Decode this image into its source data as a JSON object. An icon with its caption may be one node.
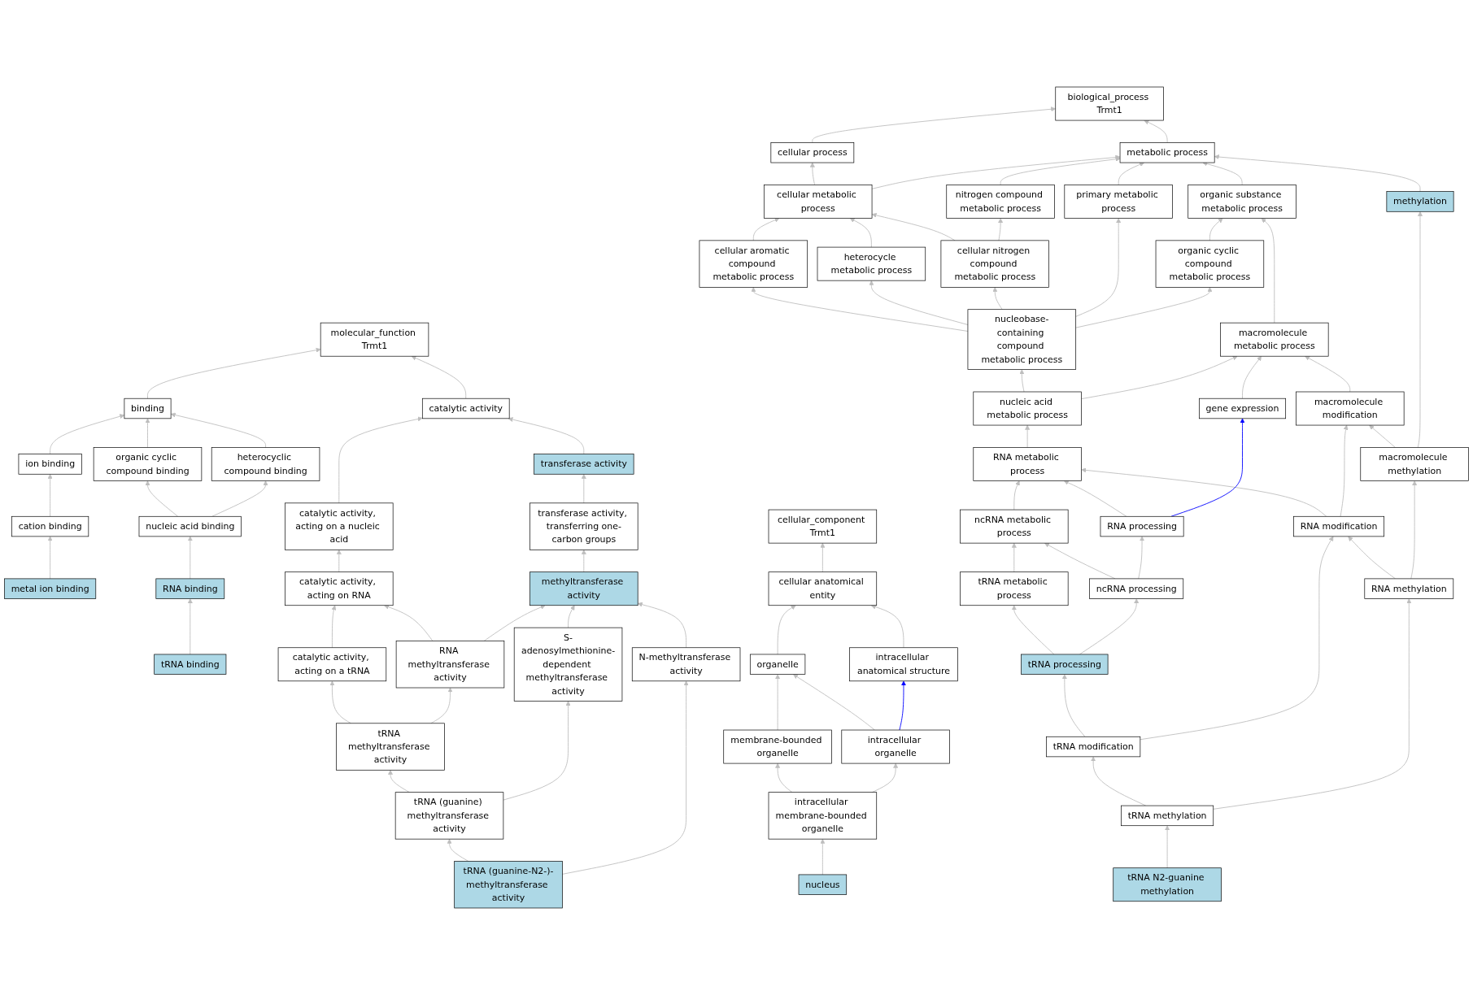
{
  "diagram": {
    "nodes": [
      {
        "text": [
          "molecular_function Trmt1"
        ]
      },
      {
        "text": [
          "binding"
        ]
      },
      {
        "text": [
          "catalytic activity"
        ]
      },
      {
        "text": [
          "ion binding"
        ]
      },
      {
        "text": [
          "organic cyclic compound binding"
        ]
      },
      {
        "text": [
          "heterocyclic compound binding"
        ]
      },
      {
        "text": [
          "transferase activity"
        ]
      },
      {
        "text": [
          "cation binding"
        ]
      },
      {
        "text": [
          "nucleic acid binding"
        ]
      },
      {
        "text": [
          "catalytic activity, acting on a nucleic acid"
        ]
      },
      {
        "text": [
          "transferase activity, transferring one-carbon groups"
        ]
      },
      {
        "text": [
          "metal ion binding"
        ]
      },
      {
        "text": [
          "RNA binding"
        ]
      },
      {
        "text": [
          "catalytic activity, acting on RNA"
        ]
      },
      {
        "text": [
          "methyltransferase activity"
        ]
      },
      {
        "text": [
          "tRNA binding"
        ]
      },
      {
        "text": [
          "catalytic activity, acting on a tRNA"
        ]
      },
      {
        "text": [
          "RNA methyltransferase activity"
        ]
      },
      {
        "text": [
          "tRNA methyltransferase activity"
        ]
      },
      {
        "text": [
          "S-adenosylmethionine-dependent methyltransferase activity"
        ]
      },
      {
        "text": [
          "N-methyltransferase activity"
        ]
      },
      {
        "text": [
          "tRNA (guanine) methyltransferase activity"
        ]
      },
      {
        "text": [
          "tRNA (guanine-N2-)-methyltransferase activity"
        ]
      },
      {
        "text": [
          "cellular_component Trmt1"
        ]
      },
      {
        "text": [
          "cellular anatomical entity"
        ]
      },
      {
        "text": [
          "organelle"
        ]
      },
      {
        "text": [
          "intracellular anatomical structure"
        ]
      },
      {
        "text": [
          "membrane-bounded organelle"
        ]
      },
      {
        "text": [
          "intracellular organelle"
        ]
      },
      {
        "text": [
          "intracellular membrane-bounded organelle"
        ]
      },
      {
        "text": [
          "nucleus"
        ]
      },
      {
        "text": [
          "biological_process Trmt1"
        ]
      },
      {
        "text": [
          "cellular process"
        ]
      },
      {
        "text": [
          "metabolic process"
        ]
      },
      {
        "text": [
          "cellular metabolic process"
        ]
      },
      {
        "text": [
          "nitrogen compound metabolic process"
        ]
      },
      {
        "text": [
          "primary metabolic process"
        ]
      },
      {
        "text": [
          "organic substance metabolic process"
        ]
      },
      {
        "text": [
          "cellular aromatic compound metabolic process"
        ]
      },
      {
        "text": [
          "heterocycle metabolic process"
        ]
      },
      {
        "text": [
          "cellular nitrogen compound metabolic process"
        ]
      },
      {
        "text": [
          "organic cyclic compound metabolic process"
        ]
      },
      {
        "text": [
          "nucleobase-containing compound metabolic process"
        ]
      },
      {
        "text": [
          "macromolecule metabolic process"
        ]
      },
      {
        "text": [
          "methylation"
        ]
      },
      {
        "text": [
          "nucleic acid metabolic process"
        ]
      },
      {
        "text": [
          "macromolecule modification"
        ]
      },
      {
        "text": [
          "RNA metabolic process"
        ]
      },
      {
        "text": [
          "gene expression"
        ]
      },
      {
        "text": [
          "macromolecule methylation"
        ]
      },
      {
        "text": [
          "ncRNA metabolic process"
        ]
      },
      {
        "text": [
          "RNA processing"
        ]
      },
      {
        "text": [
          "RNA modification"
        ]
      },
      {
        "text": [
          "tRNA metabolic process"
        ]
      },
      {
        "text": [
          "ncRNA processing"
        ]
      },
      {
        "text": [
          "RNA methylation"
        ]
      },
      {
        "text": [
          "tRNA processing"
        ]
      },
      {
        "text": [
          "tRNA modification"
        ]
      },
      {
        "text": [
          "tRNA methylation"
        ]
      },
      {
        "text": [
          "tRNA N2-guanine methylation"
        ]
      }
    ],
    "edges": [
      {
        "from": 1,
        "to": 0,
        "arrow": "to"
      },
      {
        "from": 2,
        "to": 0,
        "arrow": "to"
      },
      {
        "from": 3,
        "to": 1,
        "arrow": "to"
      },
      {
        "from": 4,
        "to": 1,
        "arrow": "to"
      },
      {
        "from": 5,
        "to": 1,
        "arrow": "to"
      },
      {
        "from": 6,
        "to": 2,
        "arrow": "to"
      },
      {
        "from": 7,
        "to": 3,
        "arrow": "to"
      },
      {
        "from": 8,
        "to": 4,
        "arrow": "to"
      },
      {
        "from": 8,
        "to": 5,
        "arrow": "to"
      },
      {
        "from": 9,
        "to": 2,
        "arrow": "to"
      },
      {
        "from": 10,
        "to": 6,
        "arrow": "to"
      },
      {
        "from": 11,
        "to": 7,
        "arrow": "to"
      },
      {
        "from": 12,
        "to": 8,
        "arrow": "to"
      },
      {
        "from": 13,
        "to": 9,
        "arrow": "to"
      },
      {
        "from": 14,
        "to": 10,
        "arrow": "to"
      },
      {
        "from": 15,
        "to": 12,
        "arrow": "to"
      },
      {
        "from": 16,
        "to": 13,
        "arrow": "to"
      },
      {
        "from": 17,
        "to": 13,
        "arrow": "to"
      },
      {
        "from": 17,
        "to": 14,
        "arrow": "to"
      },
      {
        "from": 18,
        "to": 16,
        "arrow": "to"
      },
      {
        "from": 18,
        "to": 17,
        "arrow": "to"
      },
      {
        "from": 19,
        "to": 14,
        "arrow": "to"
      },
      {
        "from": 20,
        "to": 14,
        "arrow": "to"
      },
      {
        "from": 21,
        "to": 18,
        "arrow": "to"
      },
      {
        "from": 21,
        "to": 19,
        "arrow": "to"
      },
      {
        "from": 22,
        "to": 21,
        "arrow": "to"
      },
      {
        "from": 22,
        "to": 20,
        "arrow": "to"
      },
      {
        "from": 24,
        "to": 23,
        "arrow": "to"
      },
      {
        "from": 25,
        "to": 24,
        "arrow": "to"
      },
      {
        "from": 26,
        "to": 24,
        "arrow": "to"
      },
      {
        "from": 27,
        "to": 25,
        "arrow": "to"
      },
      {
        "from": 28,
        "to": 25,
        "arrow": "to"
      },
      {
        "from": 28,
        "to": 26,
        "arrow": "to",
        "color": "#0000ff"
      },
      {
        "from": 29,
        "to": 27,
        "arrow": "to"
      },
      {
        "from": 29,
        "to": 28,
        "arrow": "to"
      },
      {
        "from": 30,
        "to": 29,
        "arrow": "to"
      },
      {
        "from": 32,
        "to": 31,
        "arrow": "to"
      },
      {
        "from": 33,
        "to": 31,
        "arrow": "to"
      },
      {
        "from": 34,
        "to": 32,
        "arrow": "to"
      },
      {
        "from": 34,
        "to": 33,
        "arrow": "to"
      },
      {
        "from": 35,
        "to": 33,
        "arrow": "to"
      },
      {
        "from": 36,
        "to": 33,
        "arrow": "to"
      },
      {
        "from": 37,
        "to": 33,
        "arrow": "to"
      },
      {
        "from": 44,
        "to": 33,
        "arrow": "to"
      },
      {
        "from": 38,
        "to": 34,
        "arrow": "to"
      },
      {
        "from": 39,
        "to": 34,
        "arrow": "to"
      },
      {
        "from": 40,
        "to": 34,
        "arrow": "to"
      },
      {
        "from": 40,
        "to": 35,
        "arrow": "to"
      },
      {
        "from": 41,
        "to": 37,
        "arrow": "to"
      },
      {
        "from": 43,
        "to": 37,
        "arrow": "to"
      },
      {
        "from": 42,
        "to": 38,
        "arrow": "to"
      },
      {
        "from": 42,
        "to": 39,
        "arrow": "to"
      },
      {
        "from": 42,
        "to": 40,
        "arrow": "to"
      },
      {
        "from": 42,
        "to": 36,
        "arrow": "to"
      },
      {
        "from": 42,
        "to": 41,
        "arrow": "to"
      },
      {
        "from": 45,
        "to": 42,
        "arrow": "to"
      },
      {
        "from": 45,
        "to": 43,
        "arrow": "to"
      },
      {
        "from": 48,
        "to": 43,
        "arrow": "to"
      },
      {
        "from": 46,
        "to": 43,
        "arrow": "to"
      },
      {
        "from": 49,
        "to": 46,
        "arrow": "to"
      },
      {
        "from": 49,
        "to": 44,
        "arrow": "to"
      },
      {
        "from": 47,
        "to": 45,
        "arrow": "to"
      },
      {
        "from": 50,
        "to": 47,
        "arrow": "to"
      },
      {
        "from": 51,
        "to": 47,
        "arrow": "to"
      },
      {
        "from": 52,
        "to": 47,
        "arrow": "to"
      },
      {
        "from": 51,
        "to": 48,
        "arrow": "to",
        "color": "#0000ff"
      },
      {
        "from": 52,
        "to": 46,
        "arrow": "to"
      },
      {
        "from": 53,
        "to": 50,
        "arrow": "to"
      },
      {
        "from": 54,
        "to": 50,
        "arrow": "to"
      },
      {
        "from": 54,
        "to": 51,
        "arrow": "to"
      },
      {
        "from": 55,
        "to": 52,
        "arrow": "to"
      },
      {
        "from": 55,
        "to": 49,
        "arrow": "to"
      },
      {
        "from": 56,
        "to": 53,
        "arrow": "to"
      },
      {
        "from": 56,
        "to": 54,
        "arrow": "to"
      },
      {
        "from": 57,
        "to": 56,
        "arrow": "to"
      },
      {
        "from": 57,
        "to": 52,
        "arrow": "to"
      },
      {
        "from": 58,
        "to": 57,
        "arrow": "to"
      },
      {
        "from": 58,
        "to": 55,
        "arrow": "to"
      },
      {
        "from": 59,
        "to": 58,
        "arrow": "to"
      }
    ]
  }
}
